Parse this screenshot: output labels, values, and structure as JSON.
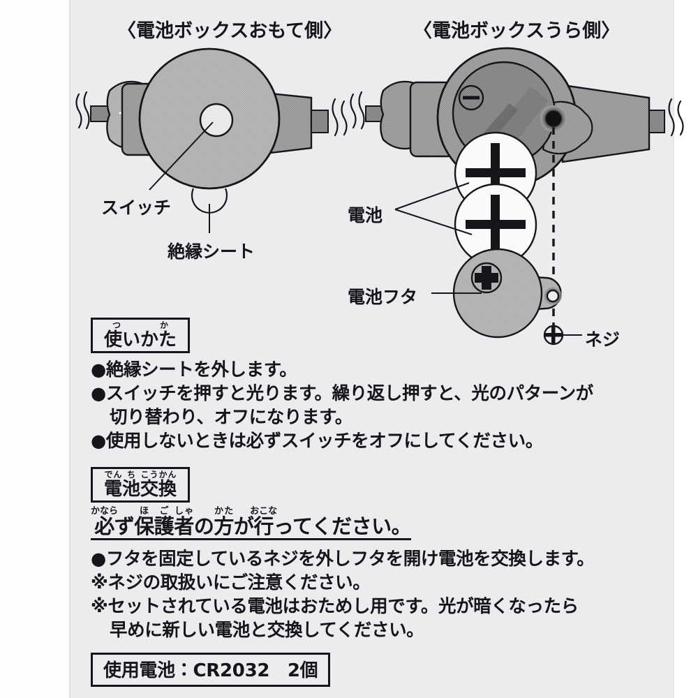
{
  "figures": {
    "front": {
      "title": "〈電池ボックスおもて側〉",
      "labels": {
        "switch": "スイッチ",
        "insulation_sheet": "絶縁シート"
      }
    },
    "back": {
      "title": "〈電池ボックスうら側〉",
      "labels": {
        "battery": "電池",
        "battery_cover": "電池フタ",
        "screw": "ネジ"
      },
      "marks": {
        "minus": "−",
        "plus": "+"
      }
    }
  },
  "sections": {
    "usage": {
      "heading_text": "使いかた",
      "heading_ruby": "つか",
      "bullets": [
        "●絶縁シートを外します。",
        "●スイッチを押すと光ります。繰り返し押すと、光のパターンが",
        "切り替わり、オフになります。",
        "●使用しないときは必ずスイッチをオフにしてください。"
      ]
    },
    "battery_change": {
      "heading": [
        {
          "base": "電",
          "ruby": "でん"
        },
        {
          "base": "池",
          "ruby": "ち"
        },
        {
          "base": "交",
          "ruby": "こう"
        },
        {
          "base": "換",
          "ruby": "かん"
        }
      ],
      "warning": [
        {
          "base": "必",
          "ruby": "かなら"
        },
        {
          "base": "ず",
          "ruby": ""
        },
        {
          "base": "保",
          "ruby": "ほ"
        },
        {
          "base": "護",
          "ruby": "ご"
        },
        {
          "base": "者",
          "ruby": "しゃ"
        },
        {
          "base": "の",
          "ruby": ""
        },
        {
          "base": "方",
          "ruby": "かた"
        },
        {
          "base": "が",
          "ruby": ""
        },
        {
          "base": "行",
          "ruby": "おこな"
        },
        {
          "base": "ってください。",
          "ruby": ""
        }
      ],
      "lines": [
        "●フタを固定しているネジを外しフタを開け電池を交換します。",
        "※ネジの取扱いにご注意ください。",
        "※セットされている電池はおためし用です。光が暗くなったら",
        "早めに新しい電池と交換してください。"
      ]
    },
    "footer": {
      "spec": "使用電池：CR2032　2個"
    }
  },
  "colors": {
    "page_background": "#ececee",
    "ink": "#16161a",
    "body_fill": "#b8b8b8",
    "strap_fill": "#a0a0a0",
    "compartment_fill": "#9a9a9a",
    "contact_fill": "#838383",
    "cover_fill": "#b5b5b5",
    "battery_fill": "#fafafa"
  }
}
